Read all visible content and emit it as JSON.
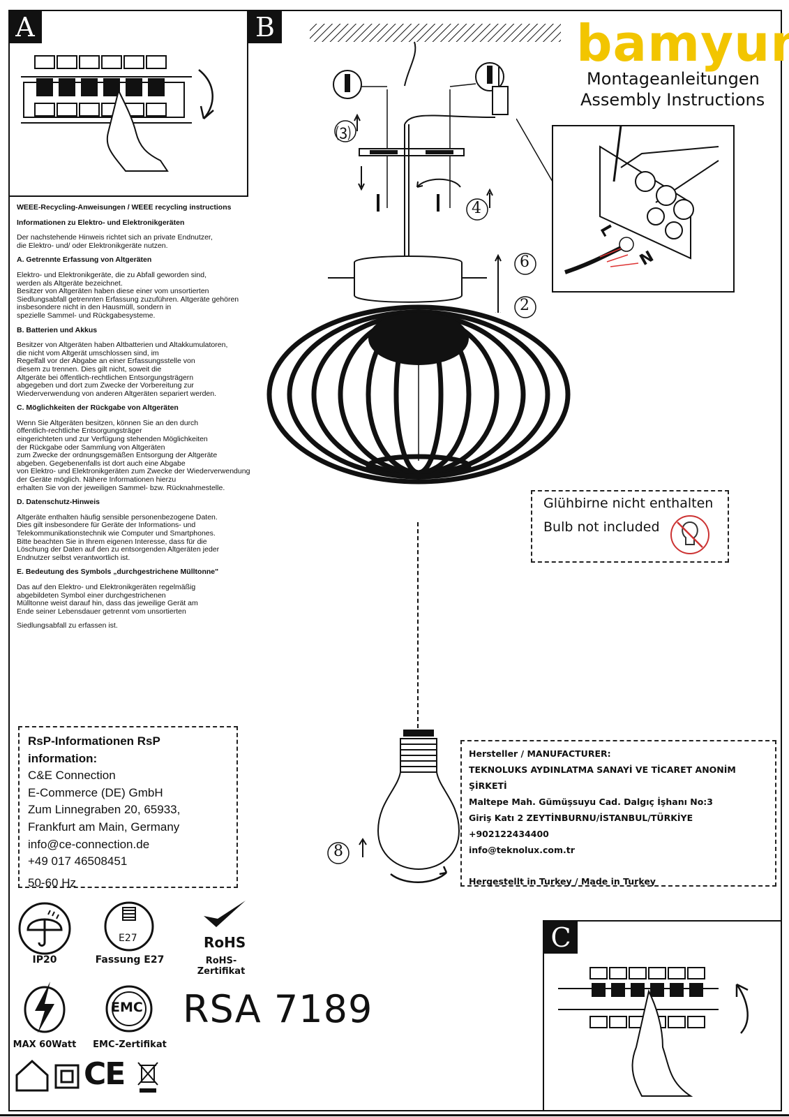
{
  "panels": {
    "a_label": "A",
    "b_label": "B",
    "c_label": "C"
  },
  "brand": {
    "logo": "bamyum",
    "subtitle_de": "Montageanleitungen",
    "subtitle_en": "Assembly Instructions",
    "accent_color": "#f2c500"
  },
  "weee": {
    "title": "WEEE-Recycling-Anweisungen / WEEE recycling instructions",
    "subtitle": "Informationen zu Elektro- und Elektronikgeräten",
    "intro": "Der nachstehende Hinweis richtet sich an private Endnutzer,\n die Elektro- und/ oder Elektronikgeräte nutzen.",
    "sec_a_title": "A. Getrennte Erfassung von Altgeräten",
    "sec_a_text": "Elektro- und Elektronikgeräte, die zu Abfall geworden sind,\n werden als Altgeräte bezeichnet.\nBesitzer von Altgeräten haben diese einer vom unsortierten\nSiedlungsabfall getrennten Erfassung zuzuführen. Altgeräte gehören\ninsbesondere nicht in den Hausmüll, sondern in\nspezielle Sammel- und Rückgabesysteme.",
    "sec_b_title": "B. Batterien und Akkus",
    "sec_b_text": "Besitzer von Altgeräten haben Altbatterien und Altakkumulatoren,\n die nicht vom Altgerät umschlossen sind, im\nRegelfall vor der Abgabe an einer Erfassungsstelle von\ndiesem zu trennen. Dies gilt nicht, soweit die\nAltgeräte bei öffentlich-rechtlichen Entsorgungsträgern\nabgegeben und dort zum Zwecke der Vorbereitung zur\nWiederverwendung von anderen Altgeräten separiert werden.",
    "sec_c_title": "C. Möglichkeiten der Rückgabe von Altgeräten",
    "sec_c_text": "Wenn Sie Altgeräten besitzen, können Sie an den durch\nöffentlich-rechtliche Entsorgungsträger\neingerichteten und zur Verfügung stehenden Möglichkeiten\nder Rückgabe oder Sammlung von Altgeräten\n zum Zwecke der ordnungsgemäßen Entsorgung der Altgeräte\nabgeben. Gegebenenfalls ist dort auch eine Abgabe\n von Elektro- und Elektronikgeräten zum Zwecke der Wiederverwendung\nder Geräte möglich. Nähere Informationen hierzu\nerhalten Sie von der jeweiligen Sammel- bzw. Rücknahmestelle.",
    "sec_d_title": "D. Datenschutz-Hinweis",
    "sec_d_text": "Altgeräte enthalten häufig sensible personenbezogene Daten.\nDies gilt insbesondere für Geräte der Informations- und\nTelekommunikationstechnik wie Computer und Smartphones.\n Bitte beachten Sie in Ihrem eigenen Interesse, dass für die\nLöschung der Daten auf den zu entsorgenden Altgeräten jeder\nEndnutzer selbst verantwortlich ist.",
    "sec_e_title": "E. Bedeutung des Symbols „durchgestrichene Mülltonne\"",
    "sec_e_text": "Das auf den Elektro- und Elektronikgeräten regelmäßig\n abgebildeten Symbol einer durchgestrichenen\nMülltonne weist darauf hin, dass das jeweilige Gerät am\nEnde seiner Lebensdauer getrennt vom unsortierten",
    "sec_e_tail": "Siedlungsabfall zu erfassen ist."
  },
  "bulb_notice": {
    "de": "Glühbirne nicht enthalten",
    "en": "Bulb not included"
  },
  "steps": {
    "s2": "2",
    "s3": "3",
    "s4": "4",
    "s6": "6",
    "s8": "8"
  },
  "terminal": {
    "l": "L",
    "n": "N"
  },
  "rsp": {
    "title": "RsP-Informationen RsP information:",
    "company": "C&E Connection",
    "company2": "E-Commerce (DE) GmbH",
    "street": "Zum Linnegraben 20, 65933,",
    "city": "Frankfurt am Main, Germany",
    "email": "info@ce-connection.de",
    "phone": "+49 017 46508451",
    "freq": "50-60 Hz"
  },
  "manufacturer": {
    "title": "Hersteller / MANUFACTURER:",
    "name": "TEKNOLUKS AYDINLATMA SANAYİ VE TİCARET ANONİM ŞİRKETİ",
    "addr1": "Maltepe Mah. Gümüşsuyu Cad. Dalgıç İşhanı No:3",
    "addr2": "Giriş Katı 2 ZEYTİNBURNU/İSTANBUL/TÜRKİYE",
    "phone": "+902122434400",
    "email": "info@teknolux.com.tr",
    "made": "Hergestellt in Turkey / Made in Turkey"
  },
  "icons": {
    "ip": "IP20",
    "socket_badge": "E27",
    "socket": "Fassung E27",
    "rohs_badge": "RoHS",
    "rohs": "RoHS-Zertifikat",
    "max": "MAX 60Watt",
    "emc_badge": "EMC",
    "emc": "EMC-Zertifikat",
    "ce": "CE"
  },
  "model": "RSA 7189"
}
